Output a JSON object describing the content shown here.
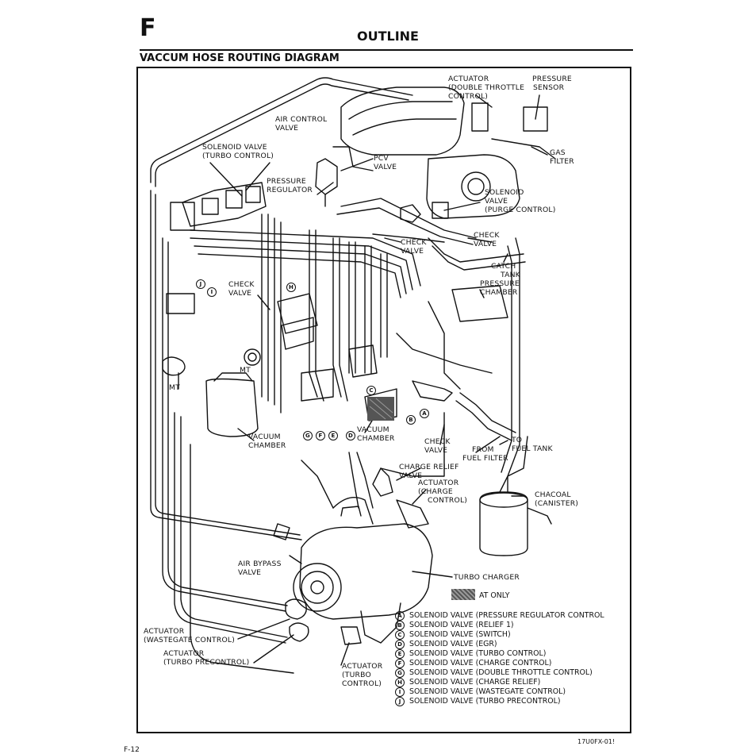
{
  "header": {
    "section_letter": "F",
    "title": "OUTLINE",
    "diagram_title": "VACCUM HOSE ROUTING DIAGRAM"
  },
  "labels": {
    "actuator_double_throttle": [
      "ACTUATOR",
      "(DOUBLE THROTTLE",
      "CONTROL)"
    ],
    "pressure_sensor": [
      "PRESSURE",
      "SENSOR"
    ],
    "air_control_valve": [
      "AIR CONTROL",
      "VALVE"
    ],
    "solenoid_turbo_control": [
      "SOLENOID VALVE",
      "(TURBO CONTROL)"
    ],
    "pcv_valve": [
      "PCV",
      "VALVE"
    ],
    "gas_filter": [
      "GAS",
      "FILTER"
    ],
    "pressure_regulator": [
      "PRESSURE",
      "REGULATOR"
    ],
    "solenoid_purge": [
      "SOLENOID",
      "VALVE",
      "(PURGE CONTROL)"
    ],
    "check_valve_mid": [
      "CHECK",
      "VALVE"
    ],
    "check_valve_right": [
      "CHECK",
      "VALVE"
    ],
    "catch_tank": [
      "CATCH",
      "TANK"
    ],
    "pressure_chamber": [
      "PRESSURE",
      "CHAMBER"
    ],
    "check_valve_left": [
      "CHECK",
      "VALVE"
    ],
    "mt_left": "MT",
    "mt_right": "MT",
    "vacuum_chamber_left": [
      "VACUUM",
      "CHAMBER"
    ],
    "vacuum_chamber_mid": [
      "VACUUM",
      "CHAMBER"
    ],
    "check_valve_bottom": [
      "CHECK",
      "VALVE"
    ],
    "from_fuel_filter": [
      "FROM",
      "FUEL FILTER"
    ],
    "to_fuel_tank": [
      "TO",
      "FUEL TANK"
    ],
    "charge_relief_valve": [
      "CHARGE RELIEF",
      "VALVE"
    ],
    "actuator_charge_control": [
      "ACTUATOR",
      "(CHARGE",
      "CONTROL)"
    ],
    "chacoal_canister": [
      "CHACOAL",
      "(CANISTER)"
    ],
    "air_bypass_valve": [
      "AIR BYPASS",
      "VALVE"
    ],
    "turbo_charger": "TURBO CHARGER",
    "actuator_wastegate": [
      "ACTUATOR",
      "(WASTEGATE CONTROL)"
    ],
    "actuator_turbo_precontrol": [
      "ACTUATOR",
      "(TURBO PRECONTROL)"
    ],
    "actuator_turbo_control": [
      "ACTUATOR",
      "(TURBO",
      "CONTROL)"
    ]
  },
  "callouts": [
    "A",
    "B",
    "C",
    "D",
    "E",
    "F",
    "G",
    "H",
    "I",
    "J"
  ],
  "at_only": "AT ONLY",
  "legend": [
    {
      "key": "A",
      "text": "SOLENOID VALVE (PRESSURE REGULATOR CONTROL"
    },
    {
      "key": "B",
      "text": "SOLENOID VALVE (RELIEF 1)"
    },
    {
      "key": "C",
      "text": "SOLENOID VALVE (SWITCH)"
    },
    {
      "key": "D",
      "text": "SOLENOID VALVE (EGR)"
    },
    {
      "key": "E",
      "text": "SOLENOID VALVE (TURBO CONTROL)"
    },
    {
      "key": "F",
      "text": "SOLENOID VALVE (CHARGE CONTROL)"
    },
    {
      "key": "G",
      "text": "SOLENOID VALVE (DOUBLE THROTTLE CONTROL)"
    },
    {
      "key": "H",
      "text": "SOLENOID VALVE (CHARGE RELIEF)"
    },
    {
      "key": "I",
      "text": "SOLENOID VALVE (WASTEGATE CONTROL)"
    },
    {
      "key": "J",
      "text": "SOLENOID VALVE (TURBO PRECONTROL)"
    }
  ],
  "footer": {
    "code": "17U0FX-01!",
    "page": "F-12"
  }
}
